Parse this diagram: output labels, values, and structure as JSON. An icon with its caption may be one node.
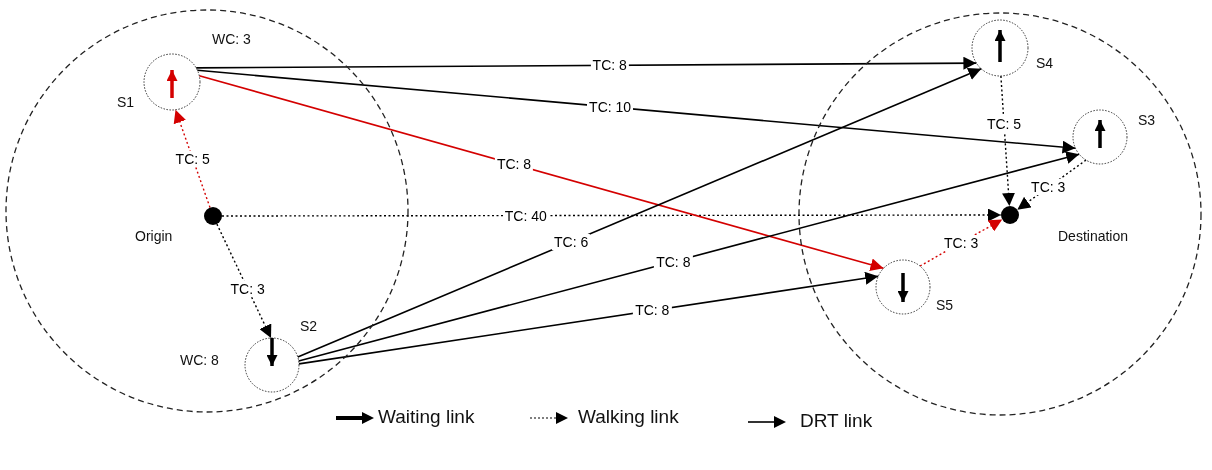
{
  "diagram": {
    "nodes": [
      {
        "text": [],
        "shape": "circle"
      },
      {
        "text": [],
        "shape": "circle"
      },
      {
        "text": [
          "S1"
        ],
        "in": 0,
        "beside": [
          "WC: 3"
        ]
      },
      {
        "text": [
          "Origin"
        ],
        "in": 0
      },
      {
        "text": [
          "S2"
        ],
        "in": 0,
        "beside": [
          "WC: 8"
        ]
      },
      {
        "text": [
          "S4"
        ],
        "in": 1
      },
      {
        "text": [
          "S3"
        ],
        "in": 1
      },
      {
        "text": [
          "Destination"
        ],
        "in": 1
      },
      {
        "text": [
          "S5"
        ],
        "in": 1
      }
    ],
    "edges": [
      {
        "from": 3,
        "to": 2,
        "arrow": "to",
        "label": "TC: 5",
        "style": "dashed",
        "color": "#d40000"
      },
      {
        "from": 3,
        "to": 4,
        "arrow": "to",
        "label": "TC: 3",
        "style": "dashed"
      },
      {
        "from": 3,
        "to": 7,
        "arrow": "to",
        "label": "TC: 40",
        "style": "dashed"
      },
      {
        "from": 2,
        "to": 5,
        "arrow": "to",
        "label": "TC: 8"
      },
      {
        "from": 2,
        "to": 6,
        "arrow": "to",
        "label": "TC: 10"
      },
      {
        "from": 2,
        "to": 8,
        "arrow": "to",
        "label": "TC: 8",
        "color": "#d40000"
      },
      {
        "from": 4,
        "to": 5,
        "arrow": "to",
        "label": "TC: 6"
      },
      {
        "from": 4,
        "to": 6,
        "arrow": "to",
        "label": "TC: 8"
      },
      {
        "from": 4,
        "to": 8,
        "arrow": "to",
        "label": "TC: 8"
      },
      {
        "from": 5,
        "to": 7,
        "arrow": "to",
        "label": "TC: 5",
        "style": "dashed"
      },
      {
        "from": 6,
        "to": 7,
        "arrow": "to",
        "label": "TC: 3",
        "style": "dashed"
      },
      {
        "from": 8,
        "to": 7,
        "arrow": "to",
        "label": "TC: 3",
        "style": "dashed",
        "color": "#d40000"
      }
    ],
    "legend": [
      {
        "text": "Waiting link"
      },
      {
        "text": "Walking link"
      },
      {
        "text": "DRT link"
      }
    ]
  }
}
